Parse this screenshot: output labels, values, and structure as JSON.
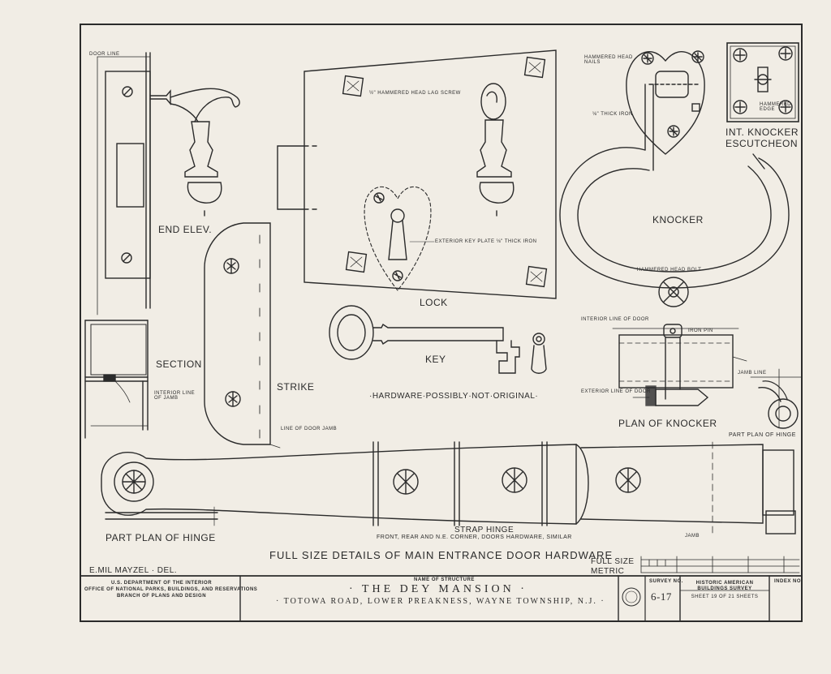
{
  "labels": {
    "door_line": "DOOR LINE",
    "end_elev": "END ELEV.",
    "section": "SECTION",
    "interior_line_of_jamb": "INTERIOR LINE OF JAMB",
    "strike": "STRIKE",
    "line_of_door_jamb": "LINE OF DOOR JAMB",
    "lag_screw": "½\" HAMMERED HEAD LAG SCREW",
    "key_plate": "EXTERIOR KEY PLATE ⅛\" THICK IRON",
    "lock": "LOCK",
    "key": "KEY",
    "hardware_note": "·HARDWARE·POSSIBLY·NOT·ORIGINAL·",
    "hammered_head_nails": "HAMMERED HEAD NAILS",
    "thick_iron": "⅛\" THICK IRON",
    "hammered_edge": "HAMMERED EDGE",
    "int_knocker_line1": "INT. KNOCKER",
    "int_knocker_line2": "ESCUTCHEON",
    "knocker": "KNOCKER",
    "hammered_head_bolt": "HAMMERED HEAD BOLT",
    "interior_line_of_door": "INTERIOR LINE OF DOOR",
    "iron_pin": "IRON PIN",
    "exterior_line_of_door": "EXTERIOR LINE OF DOOR",
    "plan_of_knocker": "PLAN OF KNOCKER",
    "jamb_line": "JAMB LINE",
    "part_plan_of_hinge_right": "PART PLAN OF HINGE",
    "part_plan_of_hinge_left": "PART PLAN OF HINGE",
    "jamb": "JAMB",
    "strap_hinge": "STRAP HINGE",
    "strap_hinge_note": "FRONT, REAR AND N.E. CORNER, DOORS HARDWARE, SIMILAR",
    "main_title": "FULL SIZE DETAILS OF MAIN ENTRANCE DOOR HARDWARE",
    "drafter": "E.MIL MAYZEL · DEL.",
    "scale_full": "FULL SIZE",
    "scale_metric": "METRIC"
  },
  "title_block": {
    "agency_line1": "U.S. DEPARTMENT OF THE INTERIOR",
    "agency_line2": "OFFICE OF NATIONAL PARKS, BUILDINGS, AND RESERVATIONS",
    "agency_line3": "BRANCH OF PLANS AND DESIGN",
    "name_of_structure_label": "NAME OF STRUCTURE",
    "structure_name": "· THE DEY MANSION ·",
    "address": "· TOTOWA ROAD, LOWER PREAKNESS, WAYNE TOWNSHIP, N.J. ·",
    "survey_no_label": "SURVEY NO.",
    "survey_no": "6-17",
    "habs_line1": "HISTORIC AMERICAN",
    "habs_line2": "BUILDINGS SURVEY",
    "sheet_info": "SHEET 19 OF 21 SHEETS",
    "index_no_label": "INDEX NO."
  },
  "colors": {
    "ink": "#2b2b2b",
    "paper": "#f1ede5"
  }
}
